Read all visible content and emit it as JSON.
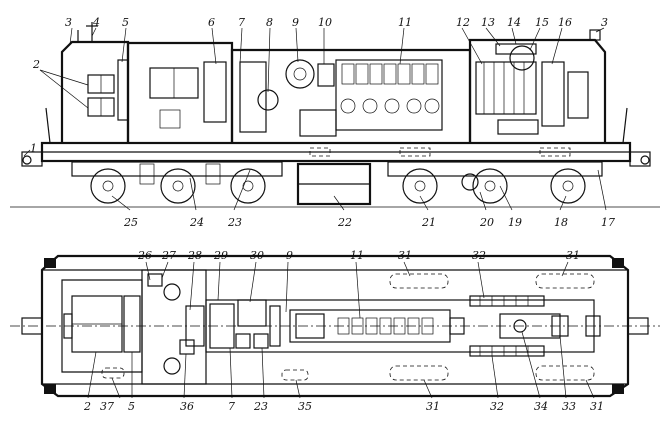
{
  "side_view": {
    "labels": [
      "1",
      "2",
      "3",
      "4",
      "5",
      "6",
      "7",
      "8",
      "9",
      "10",
      "11",
      "12",
      "13",
      "14",
      "15",
      "16",
      "3",
      "17",
      "18",
      "19",
      "20",
      "21",
      "22",
      "23",
      "24",
      "25"
    ]
  },
  "plan_view": {
    "labels": [
      "26",
      "27",
      "28",
      "29",
      "30",
      "9",
      "11",
      "31",
      "32",
      "31",
      "2",
      "37",
      "5",
      "36",
      "7",
      "23",
      "35",
      "31",
      "32",
      "34",
      "33",
      "31"
    ]
  }
}
